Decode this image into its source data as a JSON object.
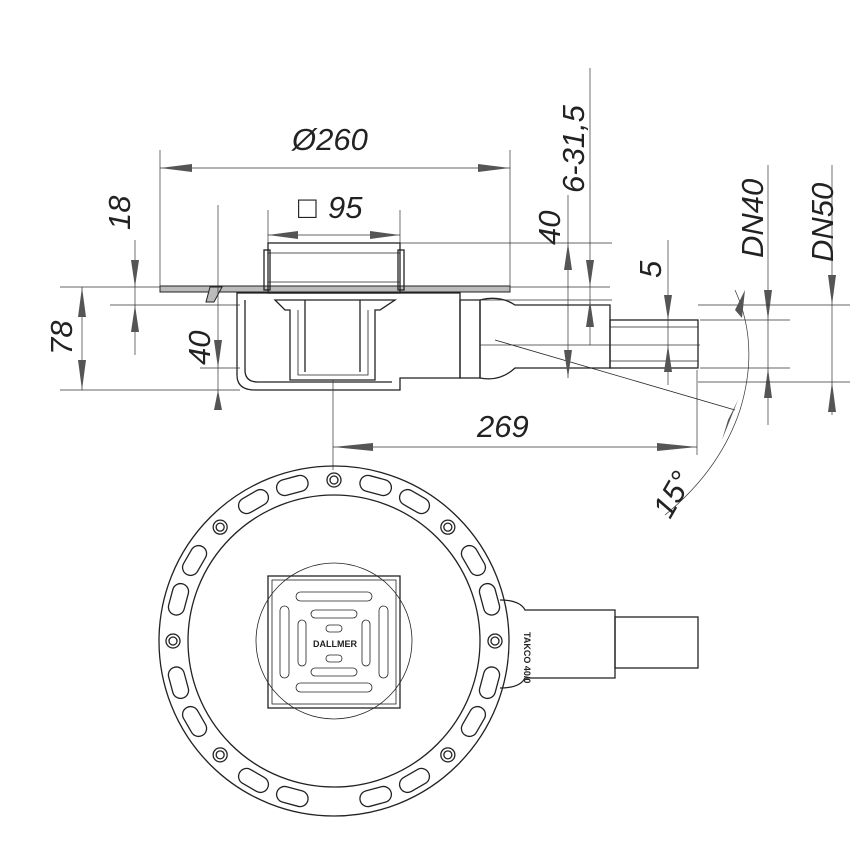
{
  "dimensions": {
    "diameter": "Ø260",
    "grate_size_symbol": "□",
    "grate_size": "95",
    "flange_height": "18",
    "total_height": "78",
    "inner_depth": "40",
    "outlet_height": "40",
    "adjust_range": "6-31,5",
    "offset": "5",
    "dn40": "DN40",
    "dn50": "DN50",
    "outlet_length": "269",
    "angle": "15°"
  },
  "logo": {
    "brand": "DALLMER",
    "outlet_marking": "TAKCO 40/0"
  },
  "colors": {
    "line": "#222222",
    "fill": "#bbbbbb"
  }
}
